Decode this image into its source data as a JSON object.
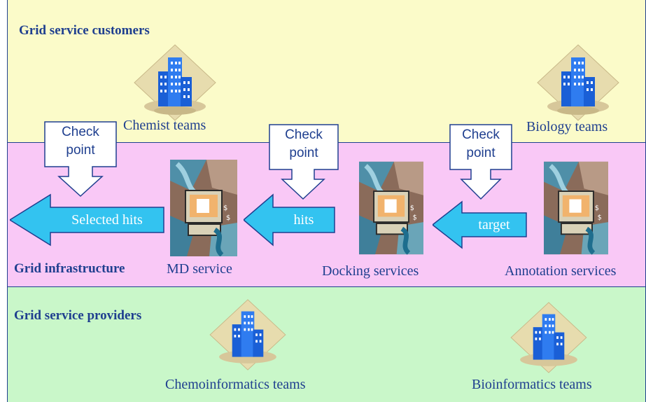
{
  "bands": {
    "customers": {
      "title": "Grid service customers"
    },
    "infrastructure": {
      "title": "Grid infrastructure"
    },
    "providers": {
      "title": "Grid service providers"
    }
  },
  "customers": {
    "chemist": "Chemist teams",
    "biology": "Biology teams"
  },
  "services": {
    "md": "MD service",
    "docking": "Docking services",
    "annotation": "Annotation services"
  },
  "providers": {
    "chemoinformatics": "Chemoinformatics teams",
    "bioinformatics": "Bioinformatics  teams"
  },
  "checkpoints": [
    {
      "line1": "Check",
      "line2": "point"
    },
    {
      "line1": "Check",
      "line2": "point"
    },
    {
      "line1": "Check",
      "line2": "point"
    }
  ],
  "arrows": {
    "selected_hits": "Selected hits",
    "hits": "hits",
    "target": "target"
  },
  "icons": {
    "building": "building-icon",
    "computer_person": "computer-person-icon"
  },
  "colors": {
    "customers_band": "#fbfbc9",
    "infrastructure_band": "#f9c8f6",
    "providers_band": "#c9f7c9",
    "text": "#1f3f8f",
    "arrow_fill": "#33c3f0"
  }
}
